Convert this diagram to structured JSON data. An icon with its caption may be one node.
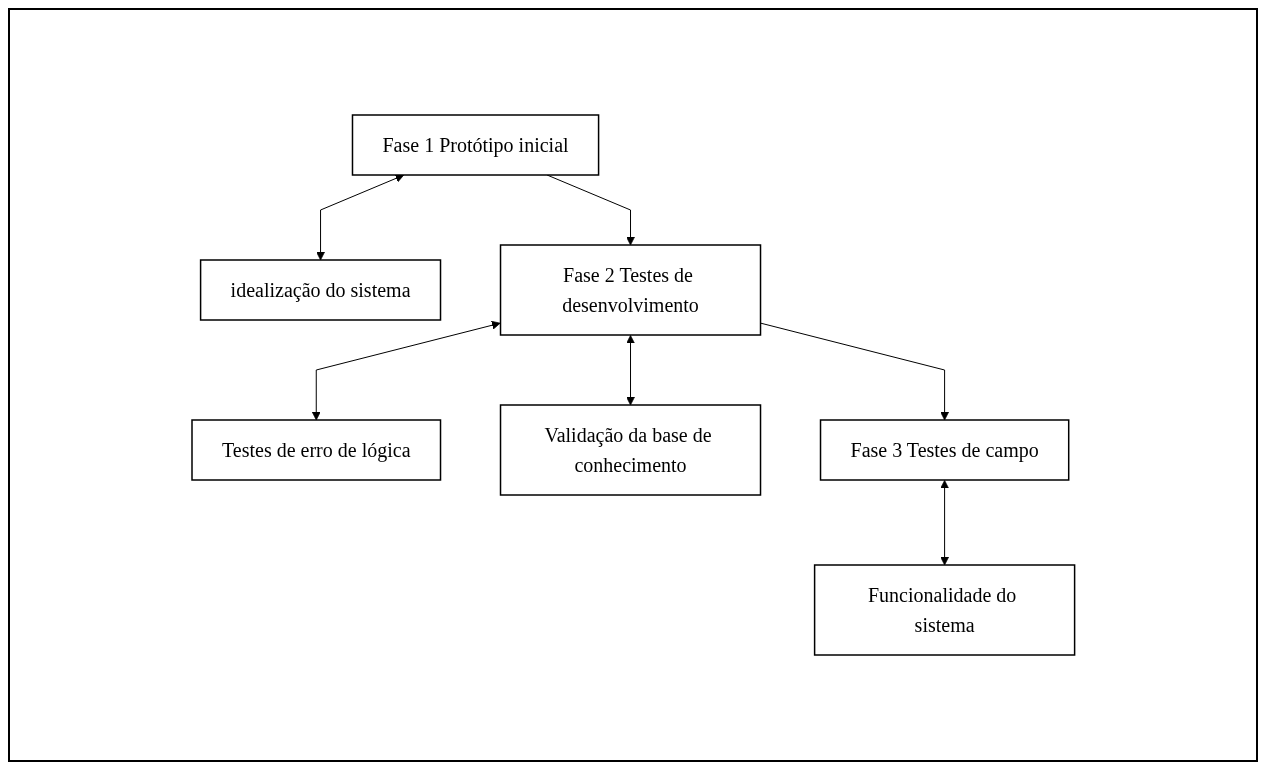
{
  "diagram": {
    "nodes": [
      {
        "text": [
          "Fase 1 Protótipo inicial"
        ]
      },
      {
        "text": [
          "idealização do sistema"
        ]
      },
      {
        "text": [
          "Testes de erro de lógica"
        ]
      },
      {
        "text": [
          "Fase 2 Testes de desenvolvimento"
        ]
      },
      {
        "text": [
          "Validação da base de conhecimento"
        ]
      },
      {
        "text": [
          "Fase 3 Testes de campo"
        ]
      },
      {
        "text": [
          "Funcionalidade do sistema"
        ]
      }
    ],
    "edges": [
      {
        "from": 0,
        "to": 1,
        "arrow": "both"
      },
      {
        "from": 0,
        "to": 3,
        "arrow": "to"
      },
      {
        "from": 3,
        "to": 2,
        "arrow": "both"
      },
      {
        "from": 3,
        "to": 4,
        "arrow": "both"
      },
      {
        "from": 3,
        "to": 5,
        "arrow": "to"
      },
      {
        "from": 5,
        "to": 6,
        "arrow": "both"
      }
    ]
  }
}
